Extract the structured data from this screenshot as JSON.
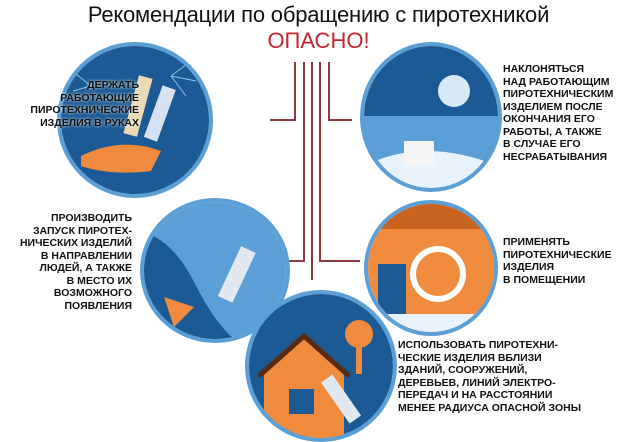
{
  "header": {
    "title": "Рекомендации по обращению с пиротехникой",
    "warning": "ОПАСНО!"
  },
  "items": [
    {
      "text": "ДЕРЖАТЬ РАБОТАЮЩИЕ ПИРОТЕХНИЧЕСКИЕ ИЗДЕЛИЯ В РУКАХ",
      "lines": [
        "ДЕРЖАТЬ",
        "РАБОТАЮЩИЕ",
        "ПИРОТЕХНИЧЕСКИЕ",
        "ИЗДЕЛИЯ В РУКАХ"
      ]
    },
    {
      "text": "НАКЛОНЯТЬСЯ НАД РАБОТАЮЩИМ ПИРОТЕХНИЧЕСКИМ ИЗДЕЛИЕМ ПОСЛЕ ОКОНЧАНИЯ ЕГО РАБОТЫ, А ТАКЖЕ В СЛУЧАЕ ЕГО НЕСРАБАТЫВАНИЯ",
      "lines": [
        "НАКЛОНЯТЬСЯ",
        "НАД РАБОТАЮЩИМ",
        "ПИРОТЕХНИЧЕСКИМ",
        "ИЗДЕЛИЕМ ПОСЛЕ",
        "ОКОНЧАНИЯ ЕГО",
        "РАБОТЫ, А ТАКЖЕ",
        "В СЛУЧАЕ ЕГО",
        "НЕСРАБАТЫВАНИЯ"
      ]
    },
    {
      "text": "ПРОИЗВОДИТЬ ЗАПУСК ПИРОТЕХНИЧЕСКИХ ИЗДЕЛИЙ В НАПРАВЛЕНИИ ЛЮДЕЙ, А ТАКЖЕ В МЕСТО ИХ ВОЗМОЖНОГО ПОЯВЛЕНИЯ",
      "lines": [
        "ПРОИЗВОДИТЬ",
        "ЗАПУСК ПИРОТЕХ-",
        "НИЧЕСКИХ ИЗДЕЛИЙ",
        "В НАПРАВЛЕНИИ",
        "ЛЮДЕЙ, А ТАКЖЕ",
        "В МЕСТО ИХ",
        "ВОЗМОЖНОГО",
        "ПОЯВЛЕНИЯ"
      ]
    },
    {
      "text": "ПРИМЕНЯТЬ ПИРОТЕХНИЧЕСКИЕ ИЗДЕЛИЯ В ПОМЕЩЕНИИ",
      "lines": [
        "ПРИМЕНЯТЬ",
        "ПИРОТЕХНИЧЕСКИЕ",
        "ИЗДЕЛИЯ",
        "В ПОМЕЩЕНИИ"
      ]
    },
    {
      "text": "ИСПОЛЬЗОВАТЬ ПИРОТЕХНИЧЕСКИЕ ИЗДЕЛИЯ ВБЛИЗИ ЗДАНИЙ, СООРУЖЕНИЙ, ДЕРЕВЬЕВ, ЛИНИЙ ЭЛЕКТРОПЕРЕДАЧ И НА РАССТОЯНИИ МЕНЕЕ РАДИУСА ОПАСНОЙ ЗОНЫ",
      "lines": [
        "ИСПОЛЬЗОВАТЬ ПИРОТЕХНИ-",
        "ЧЕСКИЕ ИЗДЕЛИЯ ВБЛИЗИ",
        "ЗДАНИЙ, СООРУЖЕНИЙ,",
        "ДЕРЕВЬЕВ, ЛИНИЙ ЭЛЕКТРО-",
        "ПЕРЕДАЧ И НА РАССТОЯНИИ",
        "МЕНЕЕ РАДИУСА ОПАСНОЙ ЗОНЫ"
      ]
    }
  ],
  "colors": {
    "navy": "#1b5a94",
    "orange": "#f08a3c",
    "red": "#c0262d",
    "line": "#8b3a40"
  }
}
